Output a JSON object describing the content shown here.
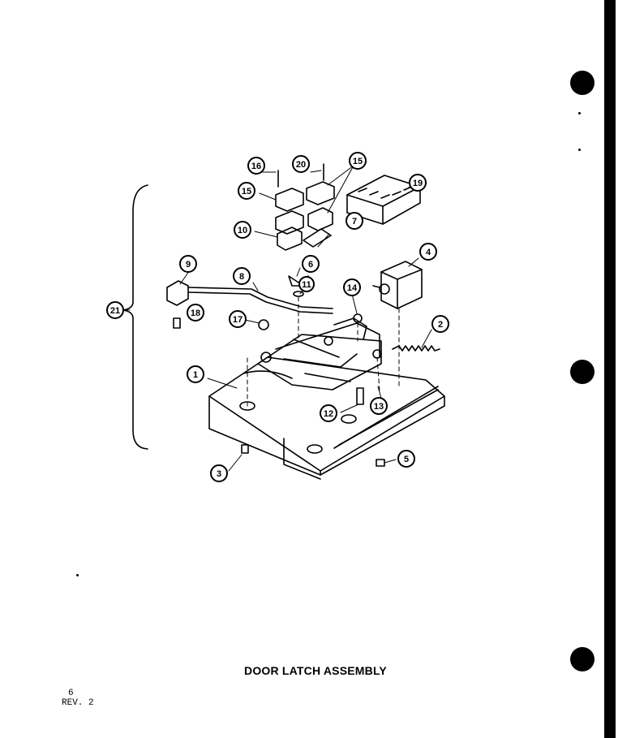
{
  "title": "DOOR LATCH ASSEMBLY",
  "page_number": "6",
  "revision": "REV. 2",
  "callouts": [
    "1",
    "2",
    "3",
    "4",
    "5",
    "6",
    "7",
    "8",
    "9",
    "10",
    "11",
    "12",
    "13",
    "14",
    "15",
    "15",
    "16",
    "17",
    "18",
    "19",
    "20",
    "21"
  ]
}
